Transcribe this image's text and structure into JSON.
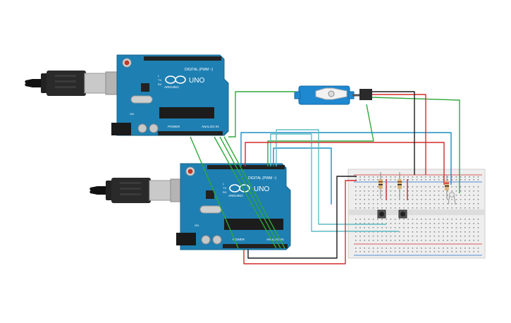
{
  "boards": [
    {
      "brand": "ARDUINO",
      "model": "UNO",
      "tx_label": "TX",
      "rx_label": "RX",
      "l_label": "L",
      "on_label": "ON",
      "digital_label": "DIGITAL (PWM ~)",
      "power_label": "POWER",
      "analog_label": "ANALOG IN"
    },
    {
      "brand": "ARDUINO",
      "model": "UNO",
      "tx_label": "TX",
      "rx_label": "RX",
      "l_label": "L",
      "on_label": "ON",
      "digital_label": "DIGITAL (PWM ~)",
      "power_label": "POWER",
      "analog_label": "ANALOG IN"
    }
  ],
  "colors": {
    "board": "#1e7fb2",
    "board_dark": "#17699a",
    "wire_green": "#2fa83a",
    "wire_red": "#d42a2a",
    "wire_black": "#1a1a1a",
    "wire_blue": "#1b8fc2",
    "wire_teal": "#5fbcc6",
    "servo": "#1e88d0",
    "breadboard": "#eeeeee"
  },
  "components": {
    "servo": "servo-motor",
    "buttons": [
      "push-button",
      "push-button"
    ],
    "resistors": [
      "resistor",
      "resistor",
      "resistor"
    ],
    "led": "led"
  }
}
